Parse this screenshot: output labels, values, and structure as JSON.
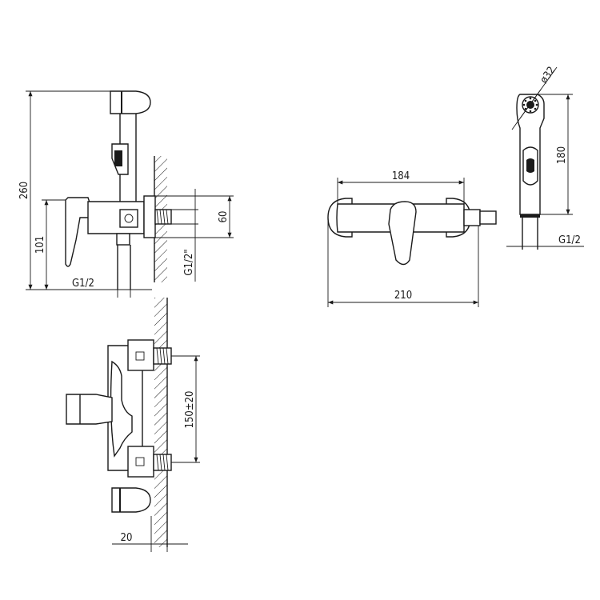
{
  "dimensions": {
    "total_height": "260",
    "outlet_height": "101",
    "outlet_thread": "G1/2",
    "wall_thread": "G1/2\"",
    "wall_offset": "60",
    "connection_spacing": "150±20",
    "wall_distance": "20",
    "body_width": "184",
    "overall_width": "210",
    "spray_diameter": "ø32",
    "spray_length": "180",
    "spray_thread": "G1/2"
  }
}
